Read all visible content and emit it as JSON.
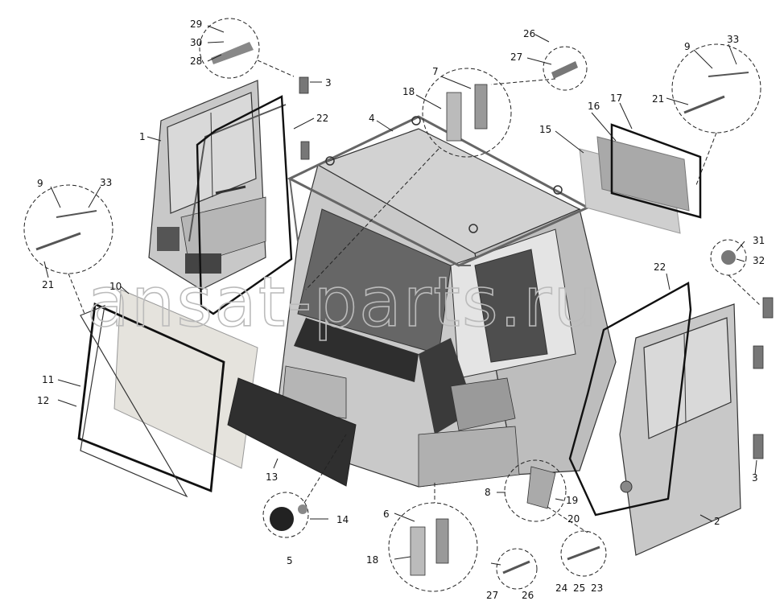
{
  "watermark": "ansat-parts.ru",
  "callouts": [
    {
      "id": "c1",
      "text": "1"
    },
    {
      "id": "c2",
      "text": "2"
    },
    {
      "id": "c3a",
      "text": "3"
    },
    {
      "id": "c3b",
      "text": "3"
    },
    {
      "id": "c4",
      "text": "4"
    },
    {
      "id": "c5",
      "text": "5"
    },
    {
      "id": "c6",
      "text": "6"
    },
    {
      "id": "c7",
      "text": "7"
    },
    {
      "id": "c8",
      "text": "8"
    },
    {
      "id": "c9a",
      "text": "9"
    },
    {
      "id": "c9b",
      "text": "9"
    },
    {
      "id": "c10",
      "text": "10"
    },
    {
      "id": "c11",
      "text": "11"
    },
    {
      "id": "c12",
      "text": "12"
    },
    {
      "id": "c13",
      "text": "13"
    },
    {
      "id": "c14",
      "text": "14"
    },
    {
      "id": "c15",
      "text": "15"
    },
    {
      "id": "c16",
      "text": "16"
    },
    {
      "id": "c17",
      "text": "17"
    },
    {
      "id": "c18a",
      "text": "18"
    },
    {
      "id": "c18b",
      "text": "18"
    },
    {
      "id": "c19",
      "text": "19"
    },
    {
      "id": "c20",
      "text": "20"
    },
    {
      "id": "c21a",
      "text": "21"
    },
    {
      "id": "c21b",
      "text": "21"
    },
    {
      "id": "c22a",
      "text": "22"
    },
    {
      "id": "c22b",
      "text": "22"
    },
    {
      "id": "c23",
      "text": "23"
    },
    {
      "id": "c24",
      "text": "24"
    },
    {
      "id": "c25",
      "text": "25"
    },
    {
      "id": "c26a",
      "text": "26"
    },
    {
      "id": "c26b",
      "text": "26"
    },
    {
      "id": "c27a",
      "text": "27"
    },
    {
      "id": "c27b",
      "text": "27"
    },
    {
      "id": "c28",
      "text": "28"
    },
    {
      "id": "c29",
      "text": "29"
    },
    {
      "id": "c30",
      "text": "30"
    },
    {
      "id": "c31",
      "text": "31"
    },
    {
      "id": "c32",
      "text": "32"
    },
    {
      "id": "c33a",
      "text": "33"
    },
    {
      "id": "c33b",
      "text": "33"
    }
  ]
}
